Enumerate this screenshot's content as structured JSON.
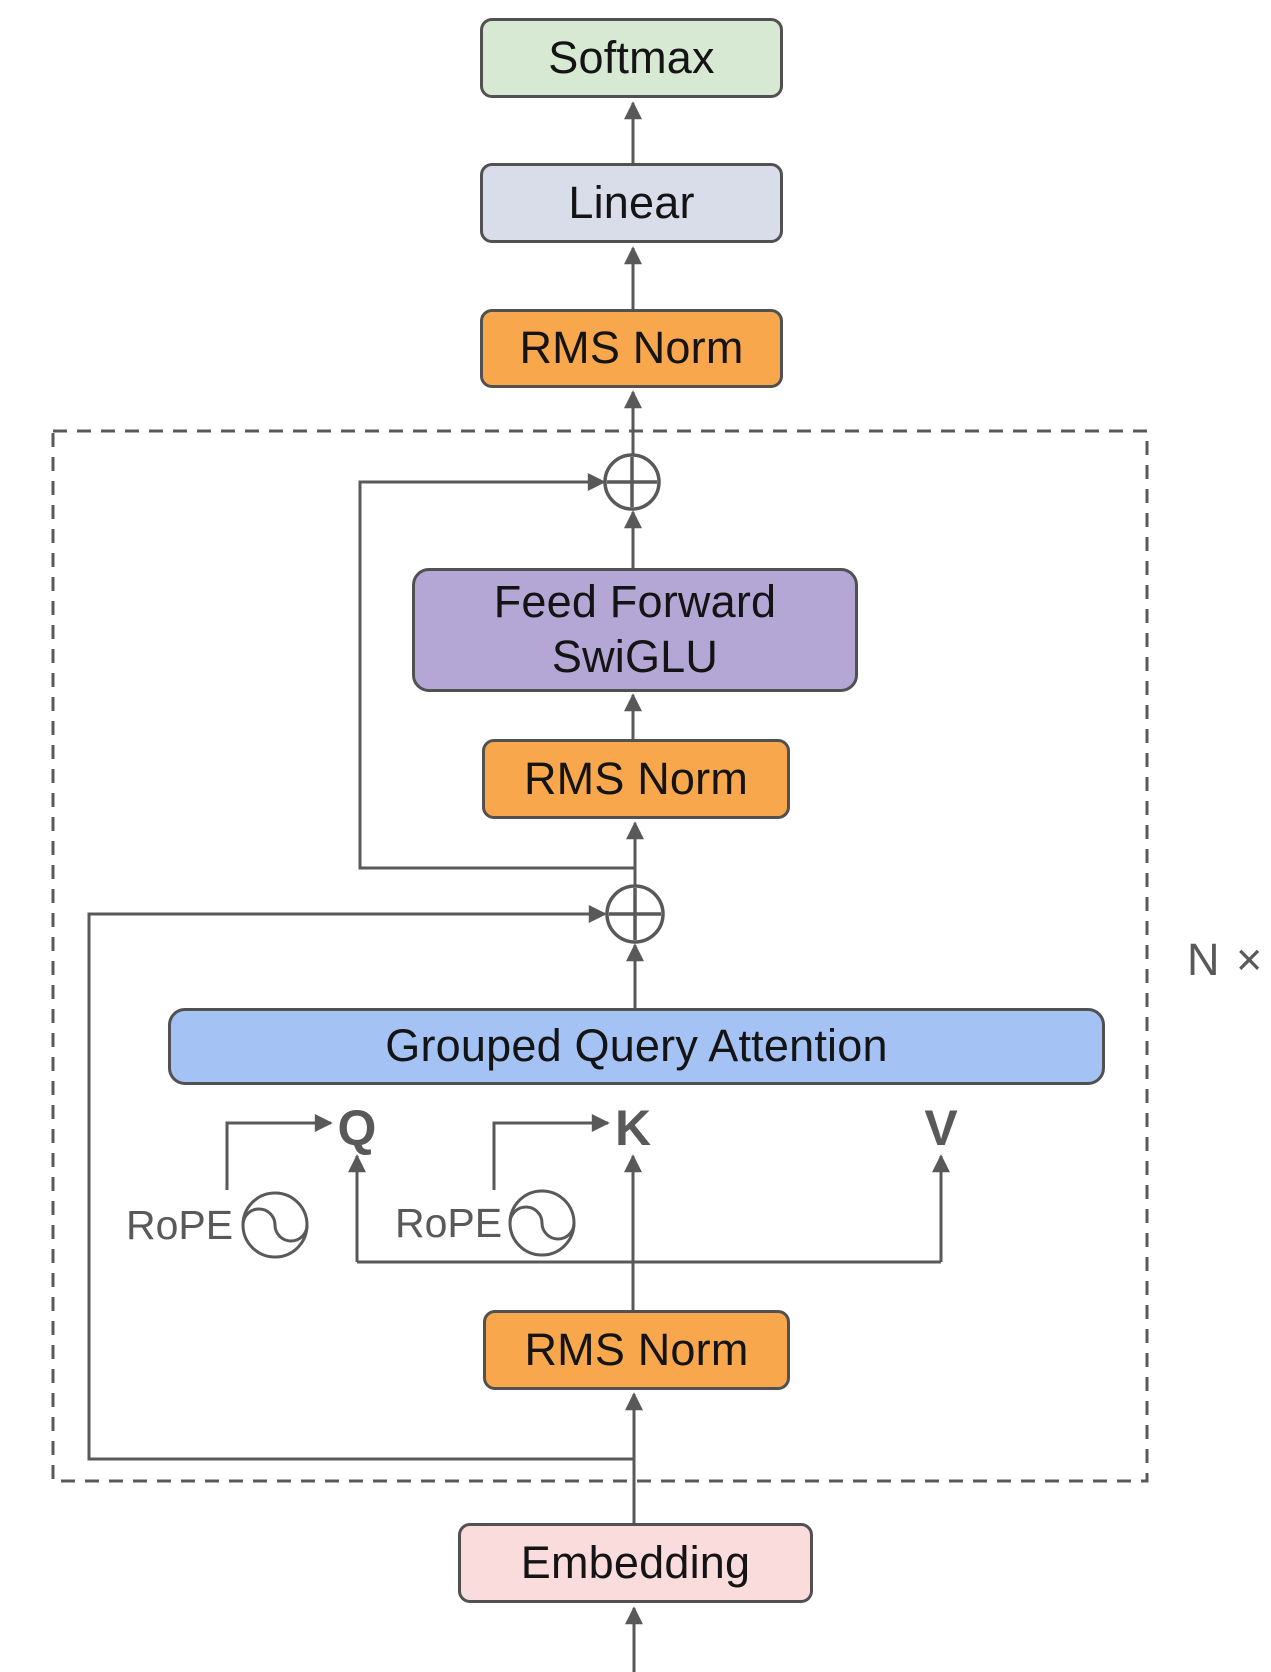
{
  "diagram": {
    "boxes": {
      "softmax": {
        "label": "Softmax",
        "fill": "#d7e9d3"
      },
      "linear": {
        "label": "Linear",
        "fill": "#d9dce9"
      },
      "rms_norm_top": {
        "label": "RMS Norm",
        "fill": "#f8a74d"
      },
      "feed_forward": {
        "label_line1": "Feed Forward",
        "label_line2": "SwiGLU",
        "fill": "#b4a7d6"
      },
      "rms_norm_mid": {
        "label": "RMS Norm",
        "fill": "#f8a74d"
      },
      "gqa": {
        "label": "Grouped Query Attention",
        "fill": "#a4c2f4"
      },
      "rms_norm_bottom": {
        "label": "RMS Norm",
        "fill": "#f8a74d"
      },
      "embedding": {
        "label": "Embedding",
        "fill": "#fadcdd"
      }
    },
    "annotations": {
      "q": "Q",
      "k": "K",
      "v": "V",
      "rope_q": "RoPE",
      "rope_k": "RoPE",
      "repeat_count": "N ×"
    },
    "colors": {
      "line": "#595959",
      "box_border": "#515151",
      "label_text": "#141414",
      "gray_text": "#595959",
      "background": "#ffffff"
    }
  }
}
